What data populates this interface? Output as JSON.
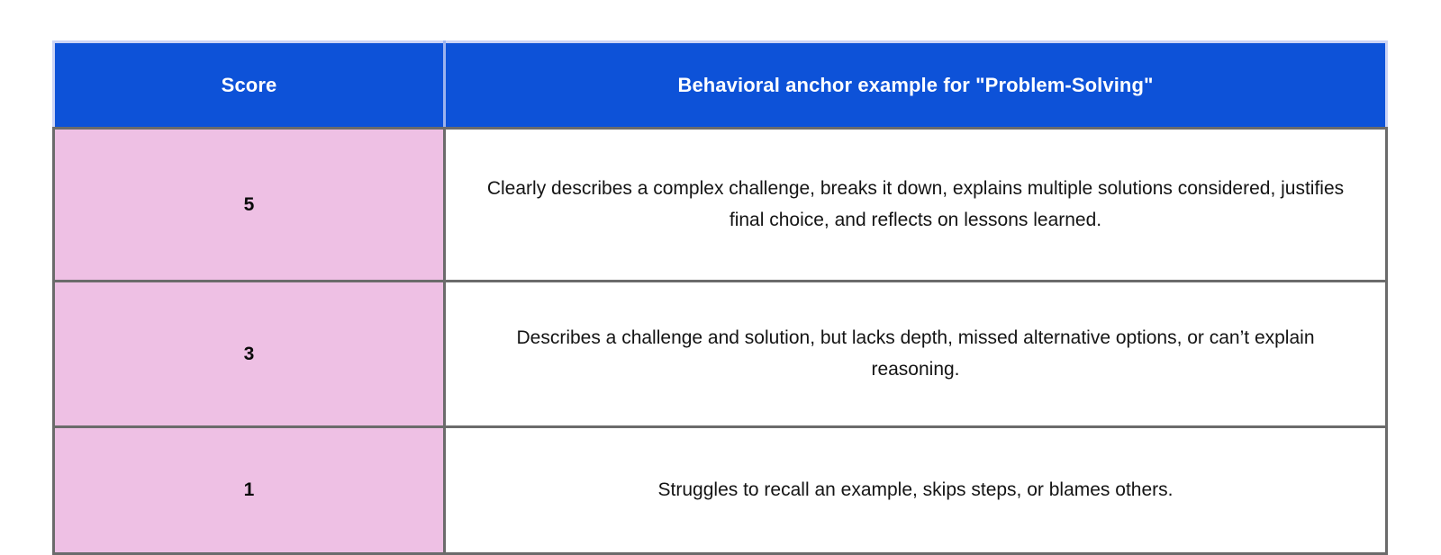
{
  "table": {
    "columns": [
      {
        "key": "score",
        "header": "Score"
      },
      {
        "key": "anchor",
        "header": "Behavioral anchor example for \"Problem-Solving\""
      }
    ],
    "rows": [
      {
        "score": "5",
        "anchor": "Clearly describes a complex challenge, breaks it down, explains multiple solutions considered, justifies final choice, and reflects on lessons learned."
      },
      {
        "score": "3",
        "anchor": "Describes a challenge and solution, but lacks depth, missed alternative options, or can’t explain reasoning."
      },
      {
        "score": "1",
        "anchor": "Struggles to recall an example, skips steps, or blames others."
      }
    ]
  },
  "colors": {
    "header_background": "#0d52d8",
    "header_text": "#ffffff",
    "header_outer_border": "#ccd4f5",
    "header_divider": "#9cb3ee",
    "score_cell_background": "#eec0e4",
    "body_border": "#6b6b6b",
    "body_background": "#ffffff",
    "body_text": "#111111",
    "page_background": "#ffffff"
  }
}
